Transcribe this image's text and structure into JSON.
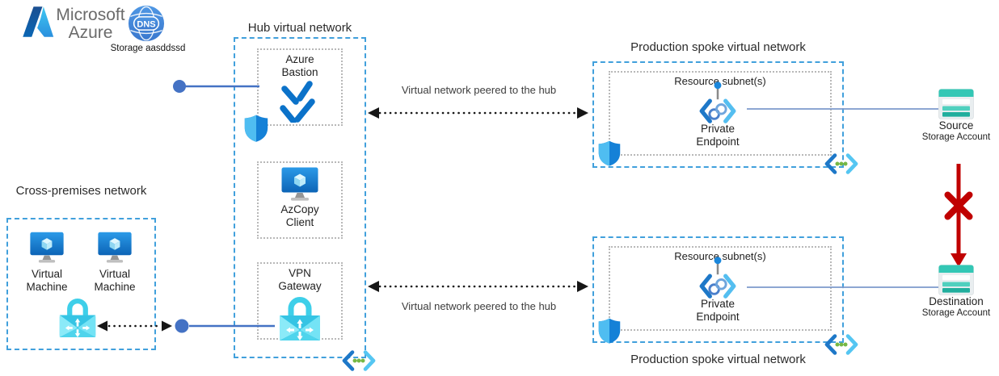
{
  "header": {
    "brand_line1": "Microsoft",
    "brand_line2": "Azure",
    "dns_label": "DNS",
    "dns_caption": "Storage aasddssd"
  },
  "hub": {
    "title": "Hub virtual network",
    "bastion_label": "Azure Bastion",
    "azcopy_label": "AzCopy Client",
    "vpn_label": "VPN Gateway"
  },
  "cross_premises": {
    "title": "Cross-premises network",
    "vm1_label": "Virtual Machine",
    "vm2_label": "Virtual Machine"
  },
  "spoke_top": {
    "title": "Production spoke virtual network",
    "subnet_label": "Resource subnet(s)",
    "endpoint_label": "Private Endpoint"
  },
  "spoke_bottom": {
    "title": "Production spoke virtual network",
    "subnet_label": "Resource subnet(s)",
    "endpoint_label": "Private Endpoint"
  },
  "connections": {
    "peering_top_label": "Virtual network peered to the hub",
    "peering_bottom_label": "Virtual network peered to the hub"
  },
  "storage": {
    "source_name": "Source",
    "source_type": "Storage Account",
    "destination_name": "Destination",
    "destination_type": "Storage Account"
  },
  "colors": {
    "vnet_border": "#41A0DC",
    "subnet_border": "#B8B8B8",
    "azure_blue": "#0B72C9",
    "connector_blue": "#4472C4",
    "blocked_red": "#C00000",
    "storage_teal": "#33C7B5",
    "vpn_cyan": "#3ECFE9"
  }
}
